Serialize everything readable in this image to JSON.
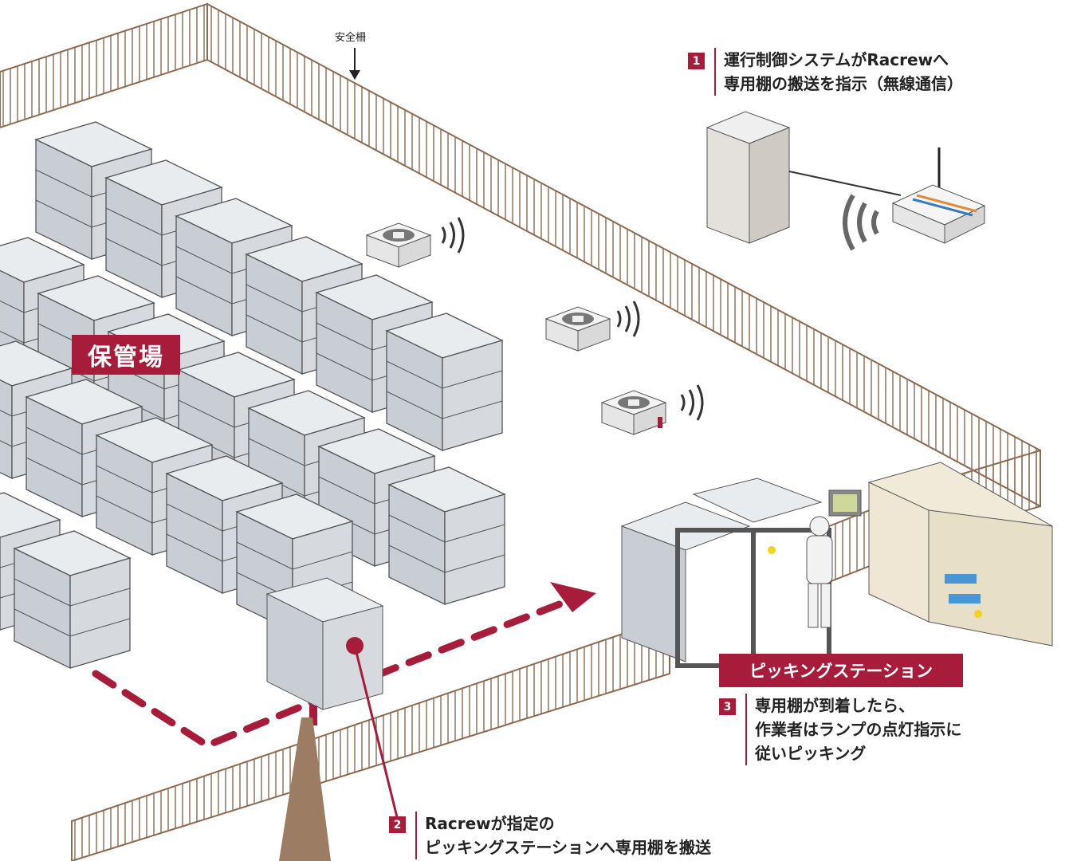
{
  "labels": {
    "storage_area": "保管場",
    "picking_station": "ピッキングステーション",
    "safety_fence": "安全柵"
  },
  "steps": [
    {
      "num": "1",
      "lines": [
        "運行制御システムがRacrewへ",
        "専用棚の搬送を指示（無線通信）"
      ]
    },
    {
      "num": "2",
      "lines": [
        "Racrewが指定の",
        "ピッキングステーションへ専用棚を搬送"
      ]
    },
    {
      "num": "3",
      "lines": [
        "専用棚が到着したら、",
        "作業者はランプの点灯指示に",
        "従いピッキング"
      ]
    }
  ],
  "colors": {
    "accent": "#a71c3a",
    "fence": "#8c6a50",
    "shelf_top": "#e9ecef",
    "shelf_side": "#c9ced4",
    "floor": "#ffffff"
  }
}
